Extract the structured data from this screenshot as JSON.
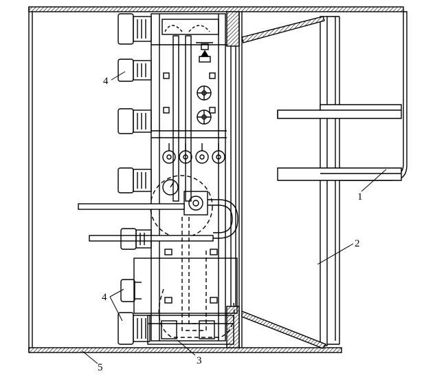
{
  "diagram": {
    "callouts": [
      {
        "id": "1",
        "text": "1"
      },
      {
        "id": "2",
        "text": "2"
      },
      {
        "id": "3",
        "text": "3"
      },
      {
        "id": "4a",
        "text": "4"
      },
      {
        "id": "4b",
        "text": "4"
      },
      {
        "id": "5",
        "text": "5"
      }
    ]
  }
}
